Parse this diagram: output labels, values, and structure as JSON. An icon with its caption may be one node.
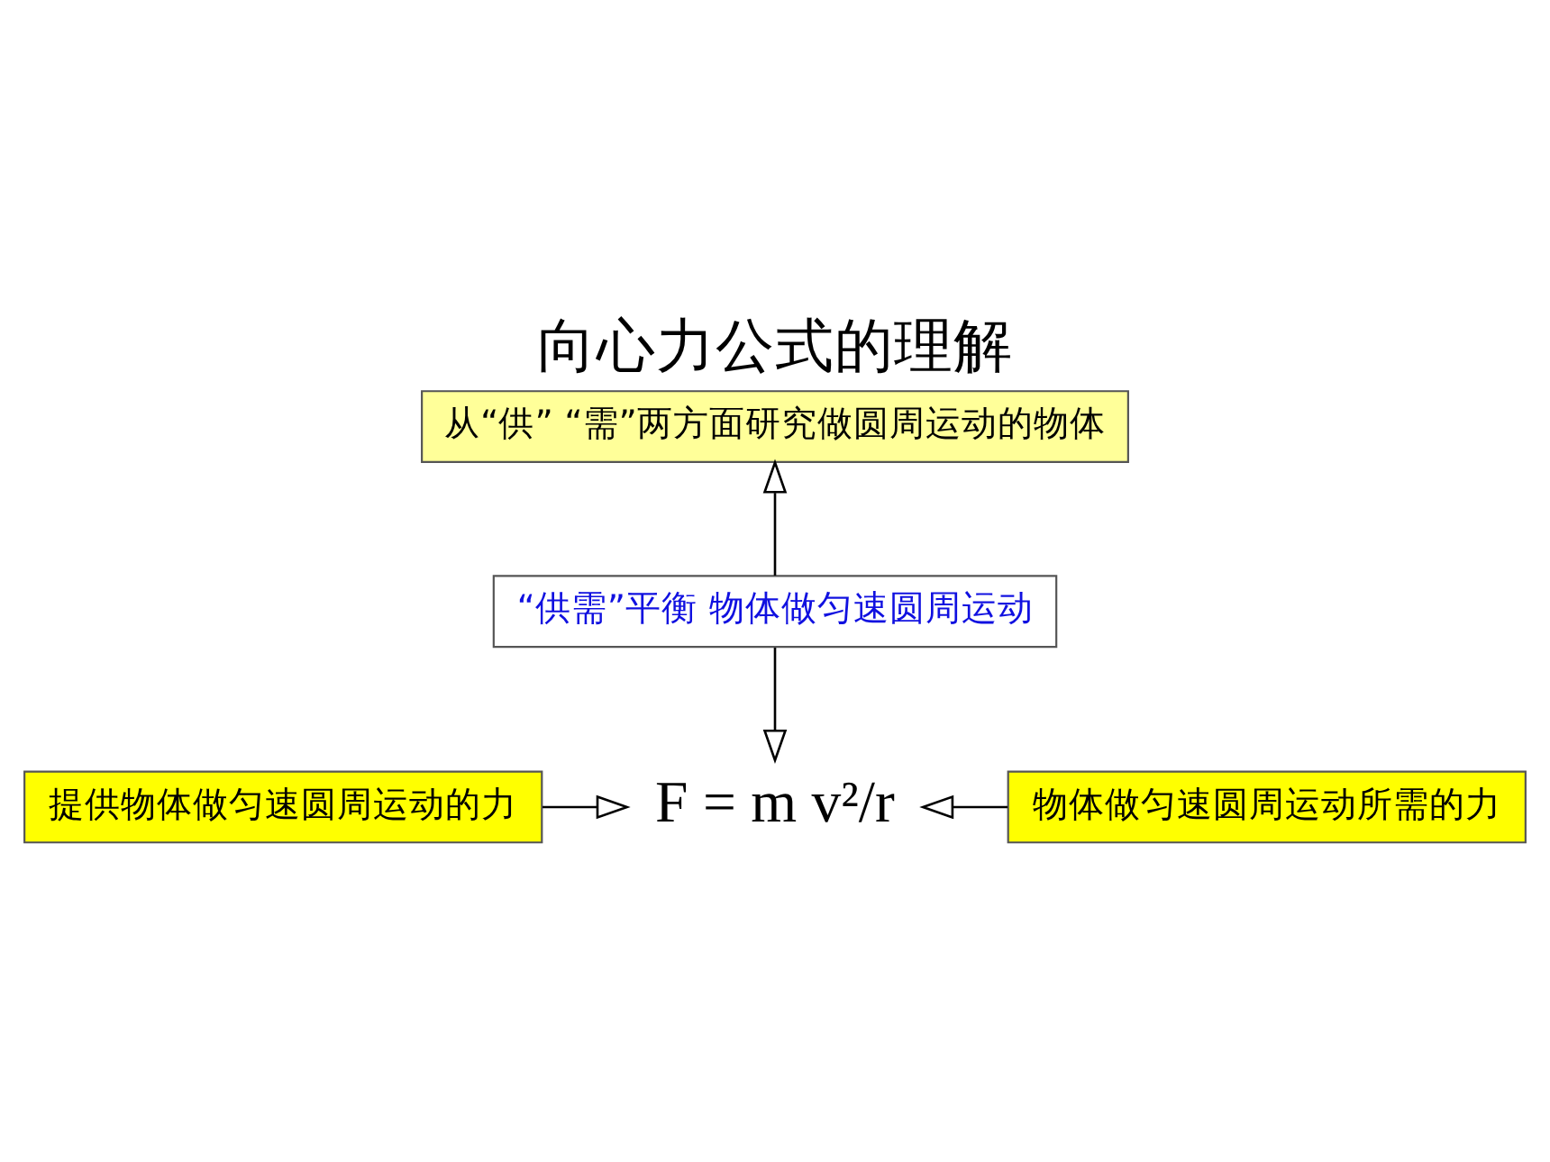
{
  "diagram": {
    "title": "向心力公式的理解",
    "nodes": [
      {
        "text": [
          "提供物体做匀速圆周运动的力"
        ]
      },
      {
        "text": [
          "F = m v²/r"
        ]
      },
      {
        "text": [
          "物体做匀速圆周运动所需的力"
        ]
      },
      {
        "text": [
          "“供需”平衡 物体做匀速圆周运动"
        ]
      },
      {
        "text": [
          "从“供” “需”两方面研究做圆周运动的物体"
        ]
      }
    ],
    "edges": [
      {
        "from": 0,
        "to": 1,
        "arrow": "to"
      },
      {
        "from": 2,
        "to": 1,
        "arrow": "to"
      },
      {
        "from": 3,
        "to": 1,
        "arrow": "to"
      },
      {
        "from": 3,
        "to": 4,
        "arrow": "to"
      }
    ]
  }
}
